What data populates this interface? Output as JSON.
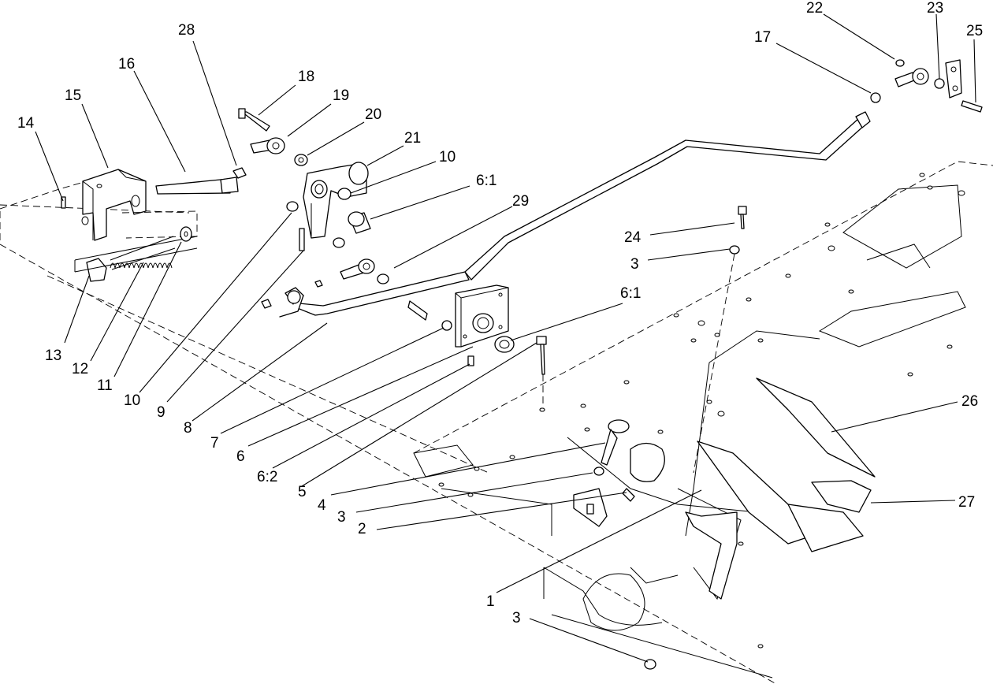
{
  "callouts": [
    {
      "id": "c14",
      "text": "14"
    },
    {
      "id": "c15",
      "text": "15"
    },
    {
      "id": "c16",
      "text": "16"
    },
    {
      "id": "c28",
      "text": "28"
    },
    {
      "id": "c18",
      "text": "18"
    },
    {
      "id": "c19",
      "text": "19"
    },
    {
      "id": "c20",
      "text": "20"
    },
    {
      "id": "c21",
      "text": "21"
    },
    {
      "id": "c10a",
      "text": "10"
    },
    {
      "id": "c61a",
      "text": "6:1"
    },
    {
      "id": "c29",
      "text": "29"
    },
    {
      "id": "c22",
      "text": "22"
    },
    {
      "id": "c23",
      "text": "23"
    },
    {
      "id": "c25",
      "text": "25"
    },
    {
      "id": "c17",
      "text": "17"
    },
    {
      "id": "c24",
      "text": "24"
    },
    {
      "id": "c3a",
      "text": "3"
    },
    {
      "id": "c61b",
      "text": "6:1"
    },
    {
      "id": "c13",
      "text": "13"
    },
    {
      "id": "c12",
      "text": "12"
    },
    {
      "id": "c11",
      "text": "11"
    },
    {
      "id": "c10b",
      "text": "10"
    },
    {
      "id": "c9",
      "text": "9"
    },
    {
      "id": "c8",
      "text": "8"
    },
    {
      "id": "c7",
      "text": "7"
    },
    {
      "id": "c6",
      "text": "6"
    },
    {
      "id": "c62",
      "text": "6:2"
    },
    {
      "id": "c5",
      "text": "5"
    },
    {
      "id": "c4",
      "text": "4"
    },
    {
      "id": "c3b",
      "text": "3"
    },
    {
      "id": "c2",
      "text": "2"
    },
    {
      "id": "c26",
      "text": "26"
    },
    {
      "id": "c27",
      "text": "27"
    },
    {
      "id": "c1",
      "text": "1"
    },
    {
      "id": "c3c",
      "text": "3"
    }
  ]
}
